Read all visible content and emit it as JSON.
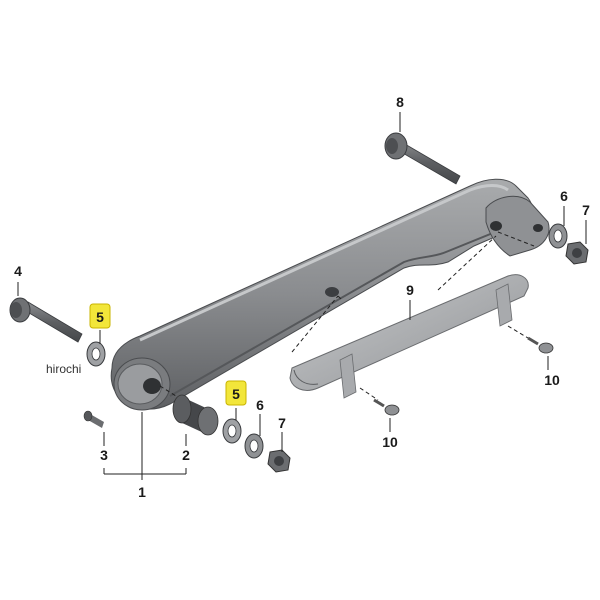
{
  "callouts": {
    "c1": "1",
    "c2": "2",
    "c3": "3",
    "c4": "4",
    "c5a": "5",
    "c5b": "5",
    "c6a": "6",
    "c6b": "6",
    "c7a": "7",
    "c7b": "7",
    "c8": "8",
    "c9": "9",
    "c10a": "10",
    "c10b": "10"
  },
  "watermark": "hirochi",
  "colors": {
    "part_dark": "#6b6d70",
    "part_mid": "#8b8d90",
    "part_light": "#b8babc",
    "highlight": "#f2e63a",
    "line": "#222222"
  }
}
